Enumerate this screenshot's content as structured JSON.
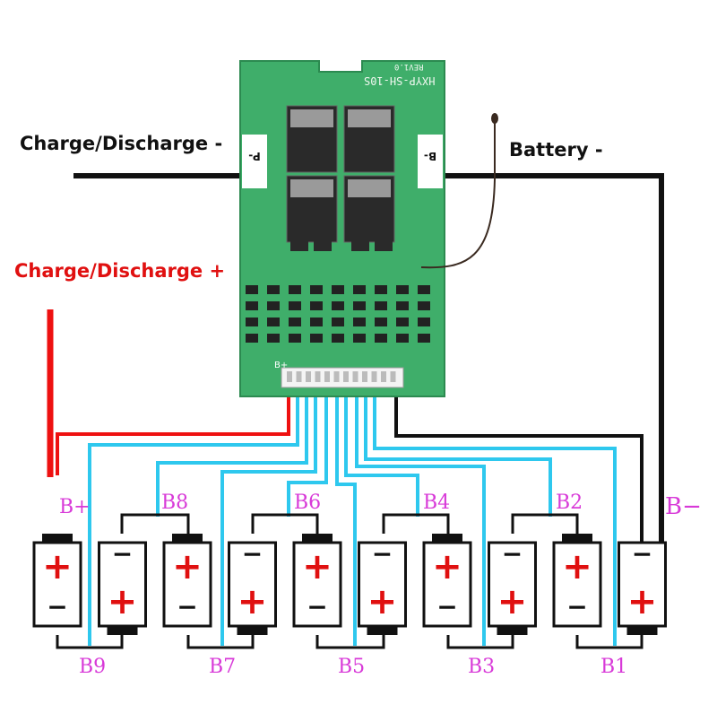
{
  "labels": {
    "charge_discharge_neg": "Charge/Discharge -",
    "charge_discharge_pos": "Charge/Discharge +",
    "battery_neg": "Battery -"
  },
  "board": {
    "model": "HXYP-SH-10S",
    "rev": "REV1.0",
    "pad_p_minus": "P-",
    "pad_b_minus": "B-",
    "pad_b_plus": "B+"
  },
  "pins": {
    "top": [
      "B+",
      "B8",
      "B6",
      "B4",
      "B2",
      "B−"
    ],
    "bottom": [
      "B9",
      "B7",
      "B5",
      "B3",
      "B1"
    ]
  },
  "cells": {
    "count": 10,
    "plus_symbol": "+",
    "minus_symbol": "−"
  },
  "colors": {
    "board_green": "#3fae6a",
    "wire_black": "#111111",
    "wire_red": "#ee1111",
    "wire_cyan": "#2ec8ee",
    "label_red": "#e01010",
    "pin_magenta": "#d83ad8"
  }
}
